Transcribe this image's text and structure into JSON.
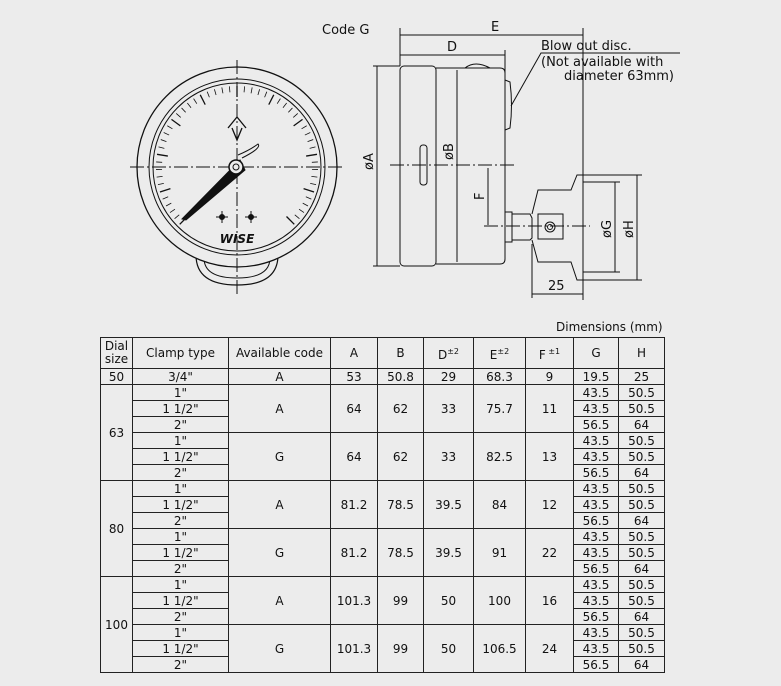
{
  "drawing": {
    "code_label": "Code G",
    "brand": "WISE",
    "labels": {
      "E": "E",
      "D": "D",
      "A": "øA",
      "B": "øB",
      "F": "F",
      "G": "øG",
      "H": "øH",
      "clamp_len": "25"
    },
    "note": [
      "Blow out disc.",
      "(Not available with",
      "diameter 63mm)"
    ]
  },
  "table": {
    "units": "Dimensions (mm)",
    "headers": {
      "dial": "Dial size",
      "clamp": "Clamp type",
      "code": "Available code",
      "A": "A",
      "B": "B",
      "D": "D",
      "D_tol": "±2",
      "E": "E",
      "E_tol": "±2",
      "F": "F",
      "F_tol": " ±1",
      "G": "G",
      "H": "H"
    },
    "groups": [
      {
        "dial": "50",
        "codes": [
          {
            "code": "A",
            "A": "53",
            "B": "50.8",
            "D": "29",
            "E": "68.3",
            "F": "9",
            "clamps": [
              {
                "clamp": "3/4\"",
                "G": "19.5",
                "H": "25"
              }
            ]
          }
        ]
      },
      {
        "dial": "63",
        "codes": [
          {
            "code": "A",
            "A": "64",
            "B": "62",
            "D": "33",
            "E": "75.7",
            "F": "11",
            "clamps": [
              {
                "clamp": "1\"",
                "G": "43.5",
                "H": "50.5"
              },
              {
                "clamp": "1 1/2\"",
                "G": "43.5",
                "H": "50.5"
              },
              {
                "clamp": "2\"",
                "G": "56.5",
                "H": "64"
              }
            ]
          },
          {
            "code": "G",
            "A": "64",
            "B": "62",
            "D": "33",
            "E": "82.5",
            "F": "13",
            "clamps": [
              {
                "clamp": "1\"",
                "G": "43.5",
                "H": "50.5"
              },
              {
                "clamp": "1 1/2\"",
                "G": "43.5",
                "H": "50.5"
              },
              {
                "clamp": "2\"",
                "G": "56.5",
                "H": "64"
              }
            ]
          }
        ]
      },
      {
        "dial": "80",
        "codes": [
          {
            "code": "A",
            "A": "81.2",
            "B": "78.5",
            "D": "39.5",
            "E": "84",
            "F": "12",
            "clamps": [
              {
                "clamp": "1\"",
                "G": "43.5",
                "H": "50.5"
              },
              {
                "clamp": "1 1/2\"",
                "G": "43.5",
                "H": "50.5"
              },
              {
                "clamp": "2\"",
                "G": "56.5",
                "H": "64"
              }
            ]
          },
          {
            "code": "G",
            "A": "81.2",
            "B": "78.5",
            "D": "39.5",
            "E": "91",
            "F": "22",
            "clamps": [
              {
                "clamp": "1\"",
                "G": "43.5",
                "H": "50.5"
              },
              {
                "clamp": "1 1/2\"",
                "G": "43.5",
                "H": "50.5"
              },
              {
                "clamp": "2\"",
                "G": "56.5",
                "H": "64"
              }
            ]
          }
        ]
      },
      {
        "dial": "100",
        "codes": [
          {
            "code": "A",
            "A": "101.3",
            "B": "99",
            "D": "50",
            "E": "100",
            "F": "16",
            "clamps": [
              {
                "clamp": "1\"",
                "G": "43.5",
                "H": "50.5"
              },
              {
                "clamp": "1 1/2\"",
                "G": "43.5",
                "H": "50.5"
              },
              {
                "clamp": "2\"",
                "G": "56.5",
                "H": "64"
              }
            ]
          },
          {
            "code": "G",
            "A": "101.3",
            "B": "99",
            "D": "50",
            "E": "106.5",
            "F": "24",
            "clamps": [
              {
                "clamp": "1\"",
                "G": "43.5",
                "H": "50.5"
              },
              {
                "clamp": "1 1/2\"",
                "G": "43.5",
                "H": "50.5"
              },
              {
                "clamp": "2\"",
                "G": "56.5",
                "H": "64"
              }
            ]
          }
        ]
      }
    ]
  }
}
